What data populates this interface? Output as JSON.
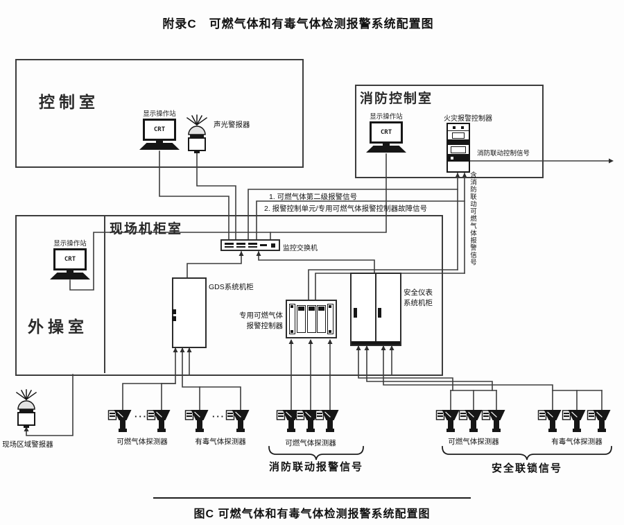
{
  "page": {
    "title": "附录C　可燃气体和有毒气体检测报警系统配置图",
    "caption": "图C 可燃气体和有毒气体检测报警系统配置图"
  },
  "rooms": {
    "control_room": "控制室",
    "fire_control_room": "消防控制室",
    "field_cabinet_room": "现场机柜室",
    "outside_operator_room": "外操室"
  },
  "devices": {
    "operator_station": "显示操作站",
    "crt": "CRT",
    "audible_visual_alarm": "声光警报器",
    "fire_alarm_controller": "火灾报警控制器",
    "monitoring_switch": "监控交换机",
    "gds_cabinet": "GDS系统机柜",
    "dedicated_controller_line1": "专用可燃气体",
    "dedicated_controller_line2": "报警控制器",
    "sis_cabinet_line1": "安全仪表",
    "sis_cabinet_line2": "系统机柜",
    "field_area_alarm": "现场区域警报器"
  },
  "signals": {
    "fire_linkage_control": "消防联动控制信号",
    "note1": "1. 可燃气体第二级报警信号",
    "note2": "2. 报警控制单元/专用可燃气体报警控制器故障信号",
    "vertical_note": "含消防联动可燃气体报警信号",
    "fire_linkage_alarm": "消防联动报警信号",
    "safety_interlock": "安全联锁信号"
  },
  "detectors": {
    "combustible": "可燃气体探测器",
    "toxic": "有毒气体探测器",
    "ellipsis": "···"
  }
}
